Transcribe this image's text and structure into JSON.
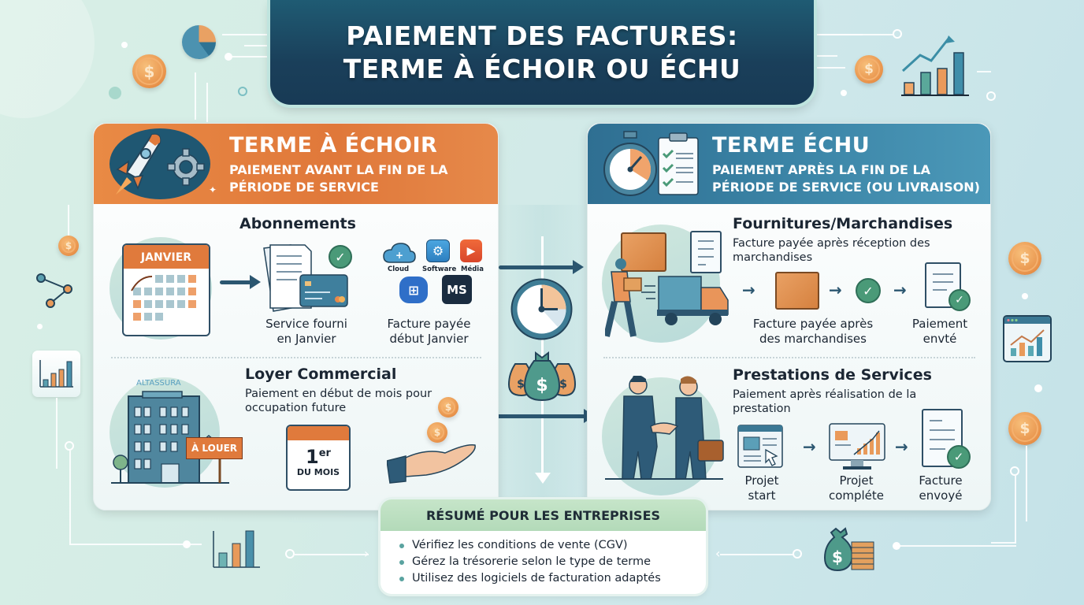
{
  "title": {
    "line1": "PAIEMENT DES FACTURES:",
    "line2": "TERME À ÉCHOIR OU ÉCHU"
  },
  "colors": {
    "title_bg": "#1a3f5a",
    "echoir_accent": "#e07a3c",
    "echu_accent": "#3b84a6",
    "summary_header": "#b3dab9",
    "check_green": "#4a9a78",
    "coin_orange": "#e8924a"
  },
  "left_panel": {
    "heading": "TERME À ÉCHOIR",
    "subheading": "PAIEMENT AVANT LA FIN DE LA PÉRIODE DE SERVICE",
    "header_icons": [
      "rocket-icon",
      "gear-icon"
    ],
    "sections": [
      {
        "title": "Abonnements",
        "calendar_label": "JANVIER",
        "service_icons": [
          {
            "icon": "cloud-icon",
            "label": "Cloud"
          },
          {
            "icon": "software-icon",
            "label": "Software"
          },
          {
            "icon": "media-play-icon",
            "label": "Média"
          },
          {
            "icon": "windows-icon",
            "label": ""
          },
          {
            "icon": "ms-icon",
            "label": "MS"
          }
        ],
        "captions": [
          "Service fourni en Janvier",
          "Facture payée début Janvier"
        ]
      },
      {
        "title": "Loyer Commercial",
        "subtitle": "Paiement en début de mois pour occupation future",
        "building_label": "ALTASSURA",
        "sign_label": "À LOUER",
        "calendar_big": "1",
        "calendar_sup": "er",
        "calendar_small": "DU MOIS"
      }
    ]
  },
  "right_panel": {
    "heading": "TERME ÉCHU",
    "subheading": "PAIEMENT APRÈS LA FIN DE LA PÉRIODE DE SERVICE (OU LIVRAISON)",
    "header_icons": [
      "stopwatch-icon",
      "checklist-icon"
    ],
    "sections": [
      {
        "title": "Fournitures/Marchandises",
        "subtitle": "Facture payée après réception des marchandises",
        "steps": [
          "Facture payée après des marchandises",
          "Paiement envté"
        ]
      },
      {
        "title": "Prestations de Services",
        "subtitle": "Paiement après réalisation de la prestation",
        "steps": [
          "Projet start",
          "Projet compléte",
          "Facture envoyé"
        ]
      }
    ]
  },
  "summary": {
    "title": "RÉSUMÉ POUR LES ENTREPRISES",
    "items": [
      "Vérifiez les conditions de vente (CGV)",
      "Gérez la trésorerie selon le type de terme",
      "Utilisez des logiciels de facturation adaptés"
    ]
  },
  "center_icons": [
    "clock-icon",
    "money-bags-icon"
  ],
  "coin_symbol": "$"
}
